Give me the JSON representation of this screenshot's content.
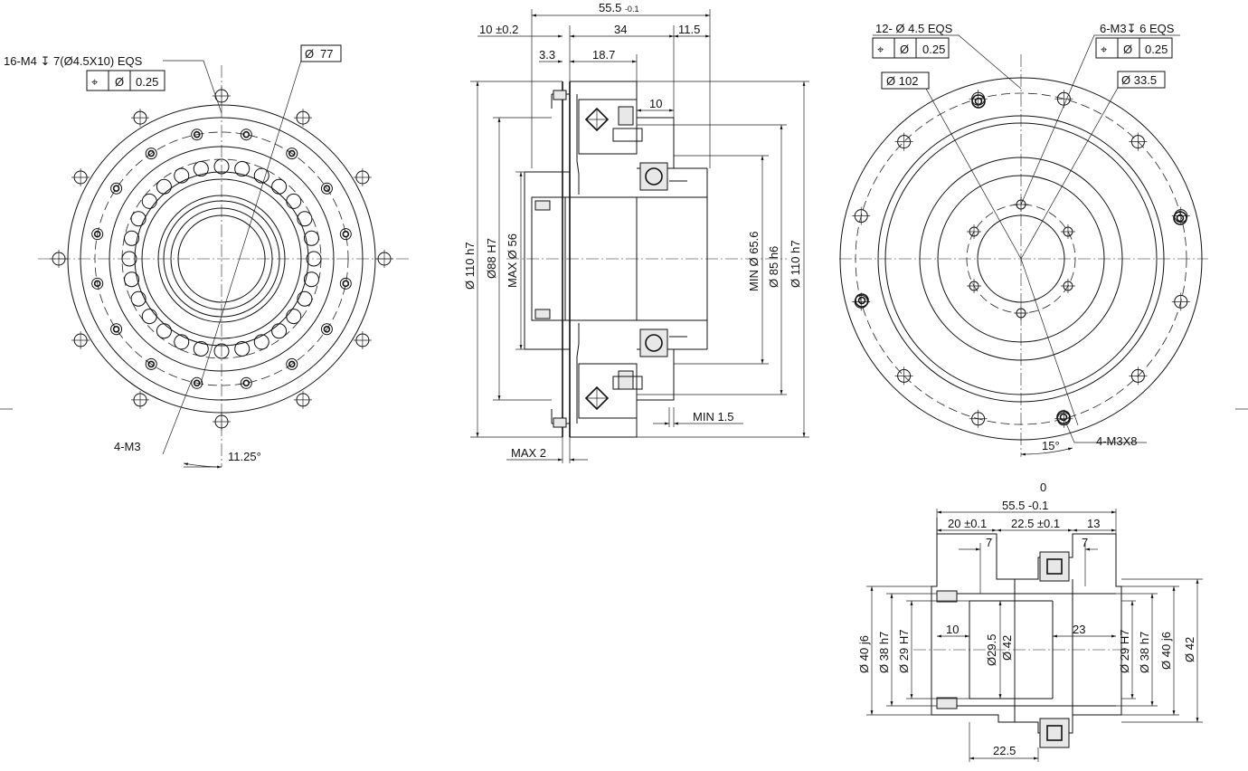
{
  "front_view": {
    "callout_thread": "16-M4",
    "callout_thread_depth": "7(",
    "callout_cbore": "4.5X10) EQS",
    "callout_tol": "0.25",
    "dia_77": "77",
    "label_4m3": "4-M3",
    "angle_11": "11.25°"
  },
  "side_view": {
    "dim_overall": "55.5",
    "dim_overall_tol": "-0.1",
    "dim_10": "10",
    "dim_10_tol": "±0.2",
    "dim_34": "34",
    "dim_11_5": "11.5",
    "dim_3_3": "3.3",
    "dim_18_7": "18.7",
    "dim_10b": "10",
    "dia_110_left": "110 h7",
    "dia_88": "88 H7",
    "max_56_prefix": "MAX",
    "max_56": "56",
    "min_65_prefix": "MIN",
    "min_65": "65.6",
    "dia_85": "85 h6",
    "dia_110_right": "110 h7",
    "min_1_5": "MIN 1.5",
    "max_2": "MAX 2"
  },
  "rear_view": {
    "callout_12": "12-",
    "callout_12_rest": "4.5 EQS",
    "callout_12_tol": "0.25",
    "callout_6": "6-M3",
    "callout_6_rest": "6 EQS",
    "callout_6_tol": "0.25",
    "dia_102": "102",
    "dia_33_5": "33.5",
    "angle_15": "15°",
    "label_4m3x8": "4-M3X8"
  },
  "section_view": {
    "zero": "0",
    "dim_55_5": "55.5 -0.1",
    "dim_20": "20 ±0.1",
    "dim_22_5": "22.5 ±0.1",
    "dim_13": "13",
    "dim_7a": "7",
    "dim_7b": "7",
    "dim_10": "10",
    "dim_23": "23",
    "dim_22_5b": "22.5",
    "dia_40_l": "40 j6",
    "dia_38_l": "38 h7",
    "dia_29_l": "29 H7",
    "dia_29_5": "29.5",
    "dia_42_c": "42",
    "dia_29_r": "29 H7",
    "dia_38_r": "38 h7",
    "dia_40_r": "40 j6",
    "dia_42_r": "42"
  },
  "symbols": {
    "diameter": "Ø",
    "position": "⌖",
    "depth": "↧"
  }
}
